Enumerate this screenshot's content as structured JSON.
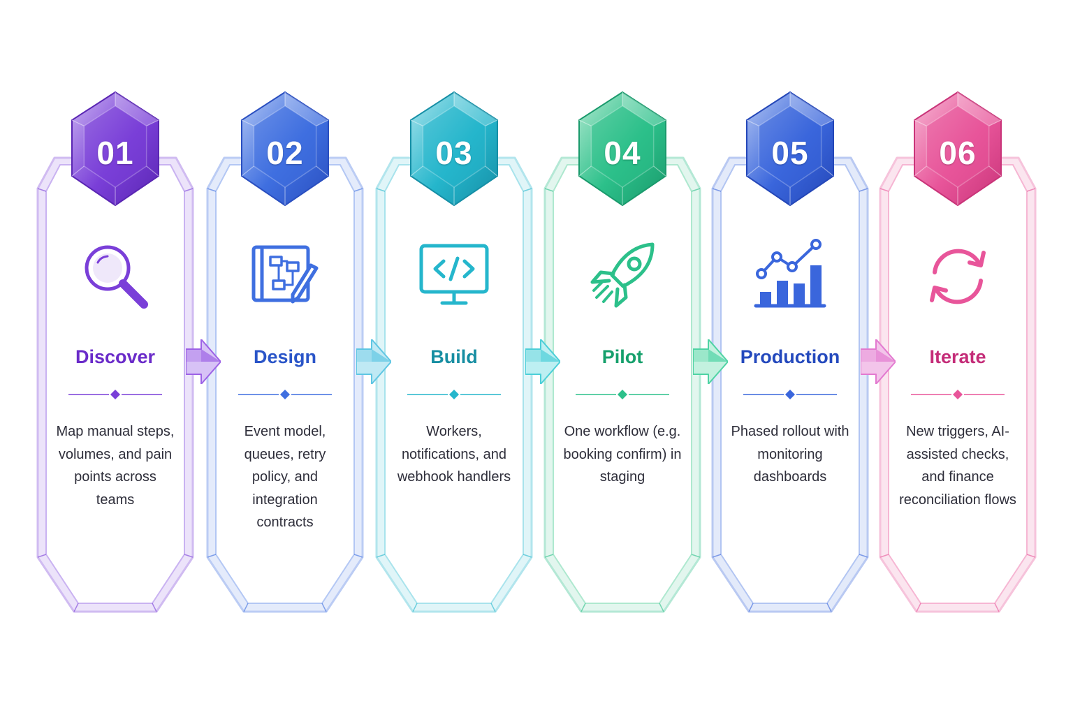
{
  "steps": [
    {
      "number": "01",
      "title": "Discover",
      "description": "Map manual steps, volumes, and pain points across teams",
      "icon": "magnifier-icon",
      "color": "#7a3fd8",
      "light": "#c9b2f1",
      "dark": "#5a26b3",
      "title_color": "#6a2bc9"
    },
    {
      "number": "02",
      "title": "Design",
      "description": "Event model, queues, retry policy, and integration contracts",
      "icon": "blueprint-pencil-icon",
      "color": "#3f6fe0",
      "light": "#b3c7f4",
      "dark": "#2a4fc0",
      "title_color": "#2a55c8"
    },
    {
      "number": "03",
      "title": "Build",
      "description": "Workers, notifications, and webhook handlers",
      "icon": "code-monitor-icon",
      "color": "#25b6cc",
      "light": "#a8e3ec",
      "dark": "#168fa6",
      "title_color": "#178ea2"
    },
    {
      "number": "04",
      "title": "Pilot",
      "description": "One workflow (e.g. booking confirm) in staging",
      "icon": "rocket-icon",
      "color": "#2cc08a",
      "light": "#aee8cf",
      "dark": "#1a9a6c",
      "title_color": "#16a06c"
    },
    {
      "number": "05",
      "title": "Production",
      "description": "Phased rollout with monitoring dashboards",
      "icon": "growth-chart-icon",
      "color": "#3a66dc",
      "light": "#b2c5f2",
      "dark": "#2447b8",
      "title_color": "#2449bd"
    },
    {
      "number": "06",
      "title": "Iterate",
      "description": "New triggers, AI-assisted checks, and finance reconciliation flows",
      "icon": "refresh-cycle-icon",
      "color": "#e8559a",
      "light": "#f6b6d3",
      "dark": "#c93479",
      "title_color": "#c42c78"
    }
  ],
  "arrows": [
    {
      "color": "#9d62e6",
      "light": "#d7c2f6"
    },
    {
      "color": "#5fc6e3",
      "light": "#bfe9f4"
    },
    {
      "color": "#4ccfd8",
      "light": "#bdeff2"
    },
    {
      "color": "#4fd3a4",
      "light": "#c3f1df"
    },
    {
      "color": "#e37ad0",
      "light": "#f3c5ea"
    }
  ]
}
